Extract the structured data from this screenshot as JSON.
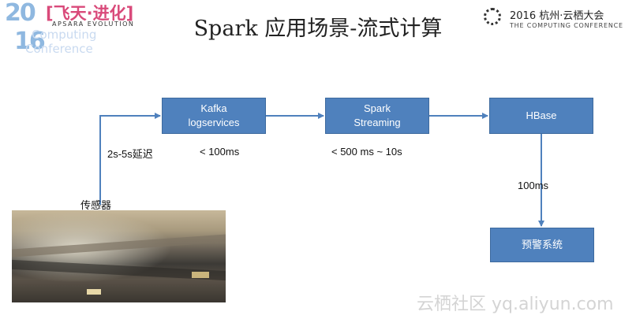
{
  "header": {
    "logo": {
      "year_top": "20",
      "year_bottom": "16",
      "chinese": "[飞天·进化]",
      "subtitle": "APSARA EVOLUTION",
      "line1": "Computing",
      "line2": "Conference"
    },
    "title": "Spark 应用场景-流式计算",
    "right_logo": {
      "title": "2016 杭州·云栖大会",
      "subtitle": "THE COMPUTING CONFERENCE"
    }
  },
  "diagram": {
    "nodes": {
      "kafka": {
        "line1": "Kafka",
        "line2": "logservices"
      },
      "spark": {
        "line1": "Spark",
        "line2": "Streaming"
      },
      "hbase": {
        "line1": "HBase"
      },
      "alert": {
        "line1": "预警系统"
      }
    },
    "labels": {
      "sensor_delay": "2s-5s延迟",
      "kafka_latency": "< 100ms",
      "spark_latency": "< 500 ms ~ 10s",
      "hbase_latency": "100ms",
      "sensor": "传感器"
    },
    "colors": {
      "node_fill": "#4f81bd",
      "arrow": "#4f81bd"
    }
  },
  "watermark": "云栖社区 yq.aliyun.com"
}
